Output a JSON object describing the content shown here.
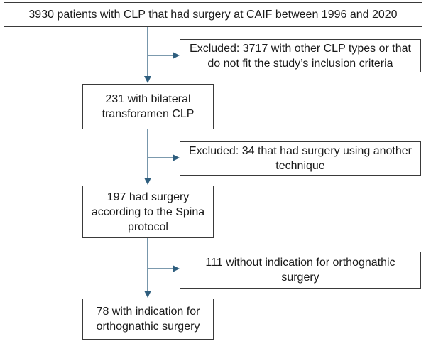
{
  "flowchart": {
    "main_boxes": [
      {
        "lines": [
          "3930 patients with CLP that had surgery at CAIF between 1996 and 2020"
        ]
      },
      {
        "lines": [
          "231 with bilateral",
          "transforamen CLP"
        ]
      },
      {
        "lines": [
          "197 had surgery",
          "according to the Spina",
          "protocol"
        ]
      },
      {
        "lines": [
          "78 with indication for",
          "orthognathic surgery"
        ]
      }
    ],
    "side_boxes": [
      {
        "lines": [
          "Excluded: 3717 with other CLP types or that",
          "do not fit the study’s inclusion criteria"
        ]
      },
      {
        "lines": [
          "Excluded: 34 that had surgery using another",
          "technique"
        ]
      },
      {
        "lines": [
          "111 without indication for orthognathic",
          "surgery"
        ]
      }
    ],
    "arrow_color": "#2e5e7e"
  }
}
